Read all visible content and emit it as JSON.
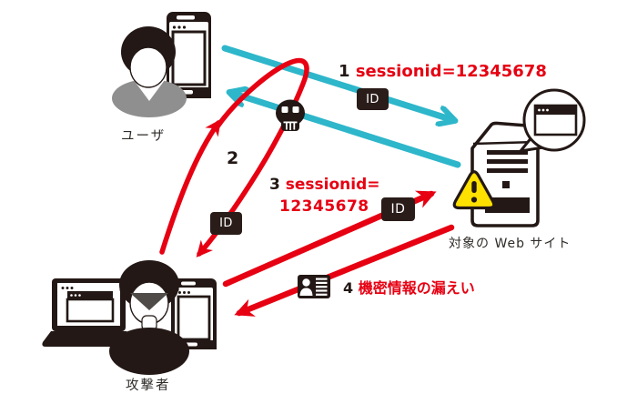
{
  "colors": {
    "red": "#e60012",
    "cyan": "#2eb6ca",
    "ink": "#231815",
    "body_gray": "#8f8f8f",
    "warning_yellow": "#ffe100"
  },
  "actors": {
    "user": {
      "label": "ユーザ"
    },
    "attacker": {
      "label": "攻撃者"
    },
    "website": {
      "label": "対象の Web サイト"
    }
  },
  "steps": {
    "s1": {
      "num": "1",
      "text": "sessionid=12345678"
    },
    "s2": {
      "num": "2"
    },
    "s3": {
      "num": "3",
      "line1": "sessionid=",
      "line2": "12345678"
    },
    "s4": {
      "num": "4",
      "text": "機密情報の漏えい"
    }
  },
  "badge": {
    "label": "ID"
  },
  "icons": {
    "skull": "skull-icon",
    "warning": "warning-triangle-icon",
    "id_card": "id-card-icon",
    "browser": "browser-window-icon",
    "speech_bubble": "speech-bubble-icon",
    "smartphone": "smartphone-icon",
    "laptop": "laptop-icon",
    "server": "web-server-icon"
  }
}
